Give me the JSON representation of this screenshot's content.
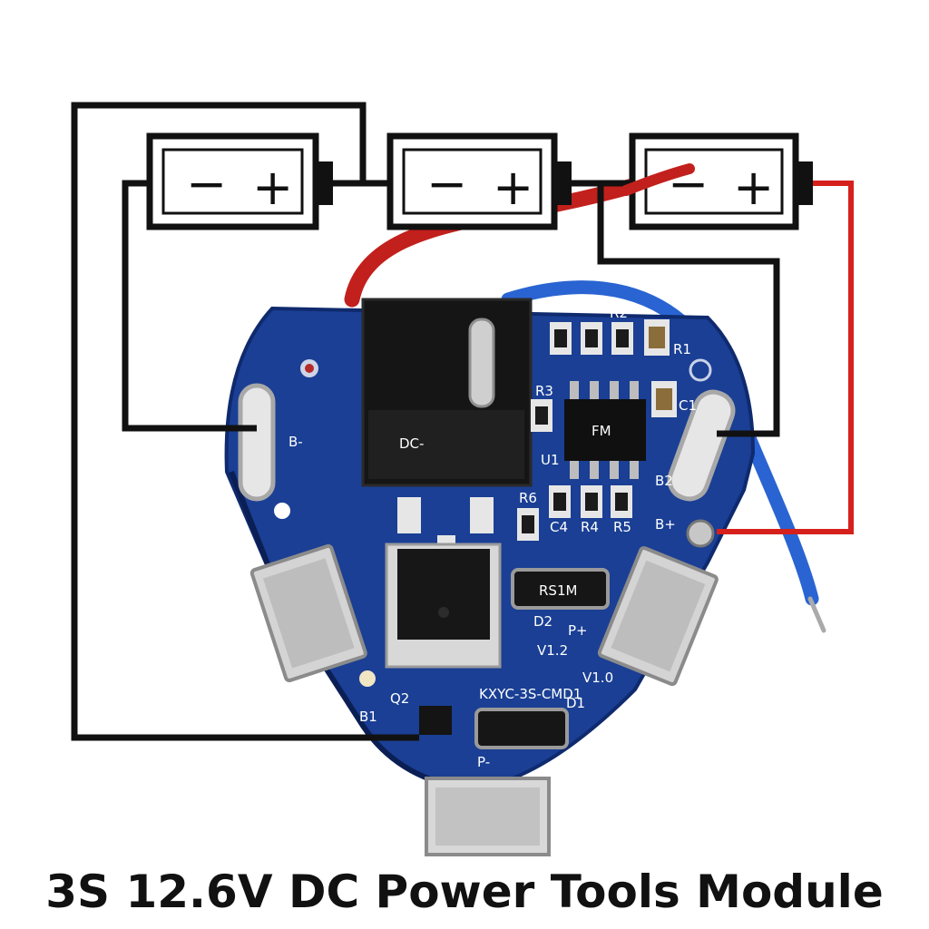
{
  "caption": "3S 12.6V DC Power Tools Module",
  "cells": [
    {
      "negative_symbol": "−",
      "positive_symbol": "+"
    },
    {
      "negative_symbol": "−",
      "positive_symbol": "+"
    },
    {
      "negative_symbol": "−",
      "positive_symbol": "+"
    }
  ],
  "pcb_labels": {
    "b_minus": "B-",
    "b2": "B2",
    "b_plus": "B+",
    "b1": "B1",
    "p_plus": "P+",
    "p_minus": "P-",
    "u1": "U1",
    "dc_jack": "DC-",
    "version": "V1.2",
    "model": "KXYC-3S-CMD1",
    "model_version": "V1.0",
    "diode_marking": "RS1M",
    "ic_marking": "FM",
    "q2": "Q2",
    "d2": "D2",
    "r1": "R1",
    "r2": "R2",
    "r3": "R3",
    "r4": "R4",
    "r5": "R5",
    "r6": "R6",
    "c1": "C1",
    "c4": "C4",
    "d1": "D1"
  },
  "colors": {
    "pcb": "#1a3f94",
    "pcb_dark": "#0f2a6e",
    "wire_red": "#d6201c",
    "wire_blue": "#2a64d2",
    "wire_black": "#111111",
    "metal": "#c9c9c9"
  }
}
